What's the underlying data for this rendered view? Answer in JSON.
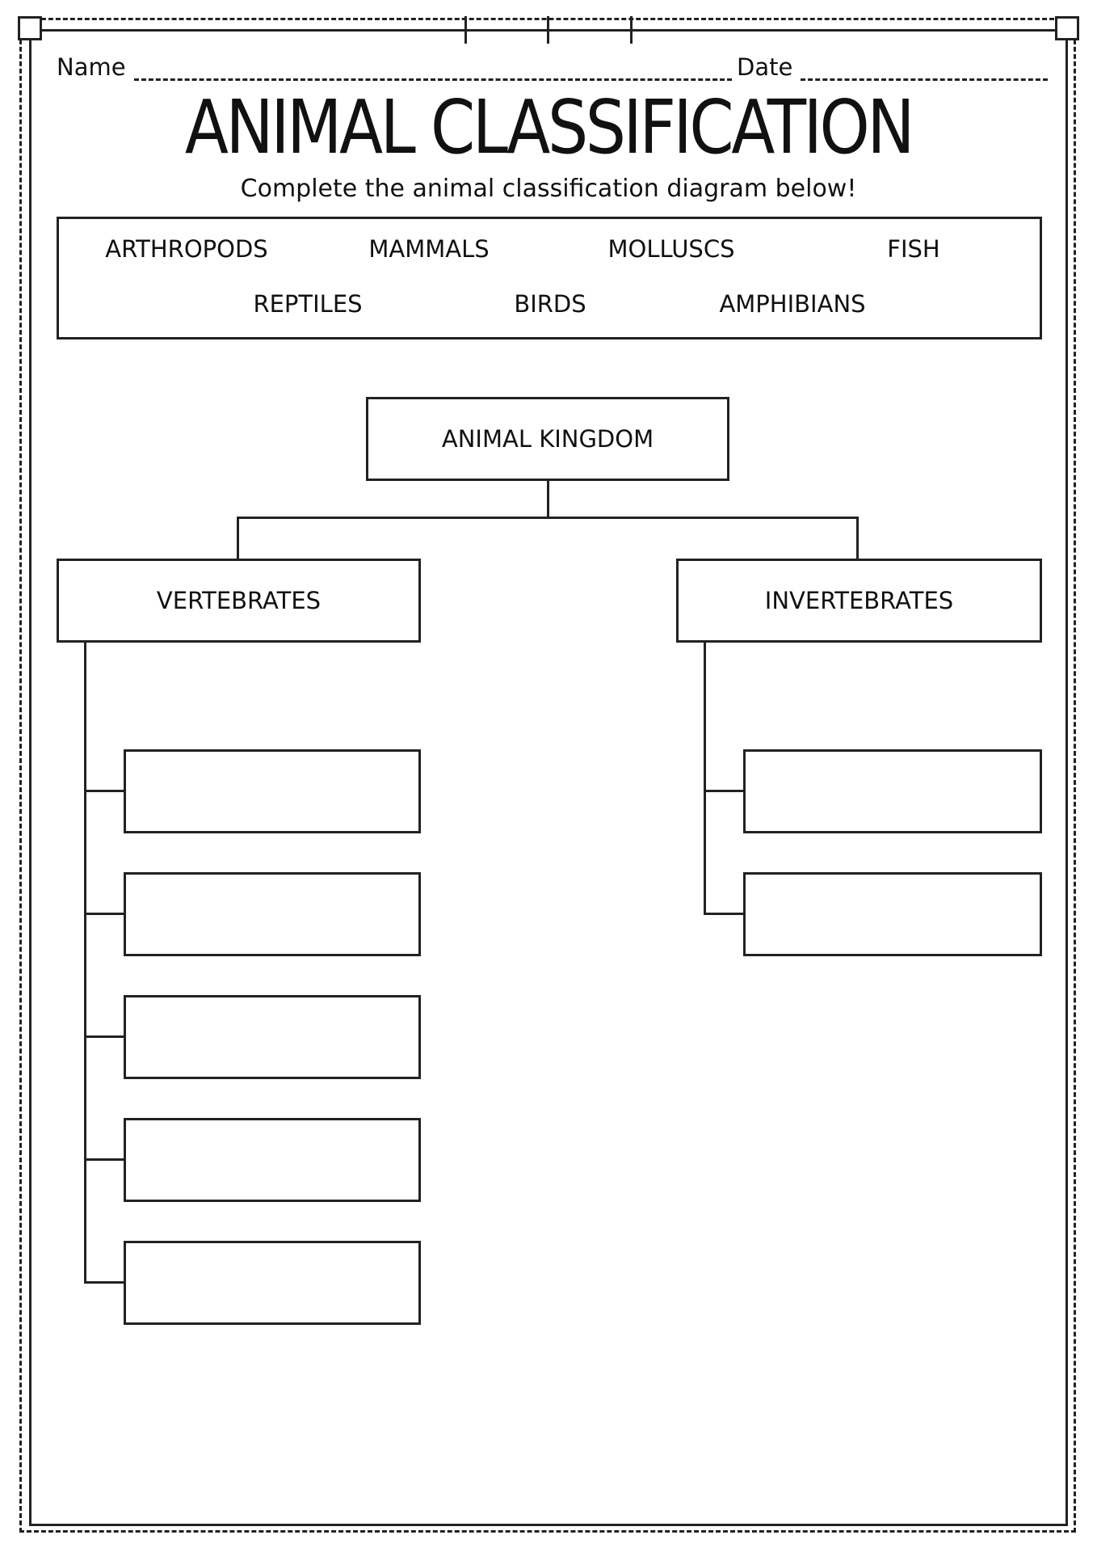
{
  "header": {
    "name_label": "Name",
    "date_label": "Date"
  },
  "title": "ANIMAL CLASSIFICATION",
  "subtitle": "Complete the animal classification diagram below!",
  "word_bank": {
    "row1": [
      "ARTHROPODS",
      "MAMMALS",
      "MOLLUSCS",
      "FISH"
    ],
    "row2": [
      "REPTILES",
      "BIRDS",
      "AMPHIBIANS"
    ]
  },
  "diagram": {
    "root": "ANIMAL KINGDOM",
    "left_branch": {
      "label": "VERTEBRATES",
      "blank_count": 5
    },
    "right_branch": {
      "label": "INVERTEBRATES",
      "blank_count": 2
    }
  },
  "colors": {
    "ink": "#222222",
    "paper": "#ffffff"
  }
}
